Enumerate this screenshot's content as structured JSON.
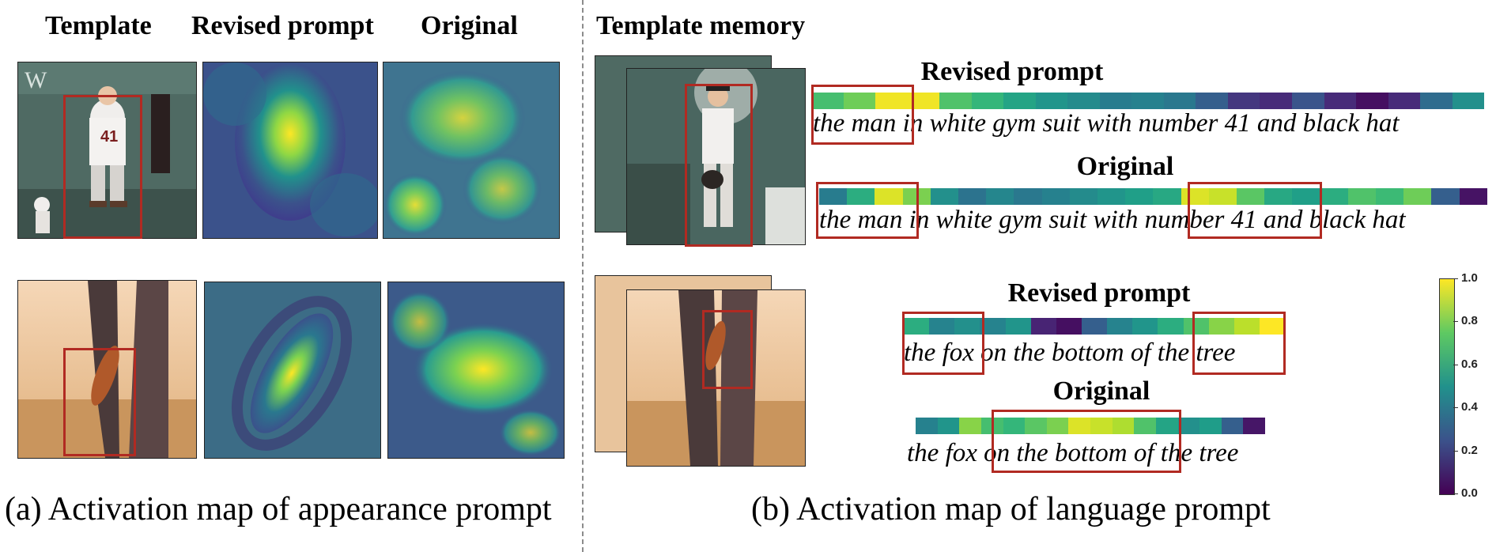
{
  "panel_a": {
    "col_headers": [
      "Template",
      "Revised prompt",
      "Original"
    ],
    "caption": "(a) Activation map of appearance prompt",
    "baseball_template_number": "41"
  },
  "panel_b": {
    "header": "Template memory",
    "caption": "(b) Activation map of language prompt",
    "examples": [
      {
        "revised": {
          "title": "Revised prompt",
          "sentence": "the man in white gym suit with number 41 and black hat",
          "boxed_phrases": [
            "the man"
          ],
          "weights": [
            0.7,
            0.78,
            0.98,
            0.98,
            0.72,
            0.66,
            0.58,
            0.52,
            0.48,
            0.42,
            0.44,
            0.4,
            0.3,
            0.16,
            0.12,
            0.26,
            0.12,
            0.04,
            0.12,
            0.35,
            0.5
          ]
        },
        "original": {
          "title": "Original",
          "sentence": "the man in white gym suit with number 41 and black hat",
          "boxed_phrases": [
            "the man",
            "number 41"
          ],
          "weights": [
            0.42,
            0.62,
            0.95,
            0.8,
            0.5,
            0.38,
            0.46,
            0.4,
            0.44,
            0.48,
            0.52,
            0.56,
            0.6,
            0.95,
            0.92,
            0.74,
            0.6,
            0.56,
            0.62,
            0.72,
            0.68,
            0.78,
            0.3,
            0.05
          ]
        }
      },
      {
        "revised": {
          "title": "Revised prompt",
          "sentence": "the fox on the bottom of the tree",
          "boxed_phrases": [
            "the fox",
            "the tree"
          ],
          "weights": [
            0.62,
            0.45,
            0.5,
            0.45,
            0.52,
            0.1,
            0.04,
            0.3,
            0.45,
            0.52,
            0.62,
            0.72,
            0.82,
            0.9,
            1.0
          ]
        },
        "original": {
          "title": "Original",
          "sentence": "the fox on the bottom of the tree",
          "boxed_phrases": [
            "on the bottom of"
          ],
          "weights": [
            0.44,
            0.52,
            0.82,
            0.7,
            0.66,
            0.74,
            0.8,
            0.95,
            0.92,
            0.88,
            0.72,
            0.58,
            0.5,
            0.55,
            0.3,
            0.06
          ]
        }
      }
    ]
  },
  "colorbar": {
    "colormap": "viridis",
    "range": [
      0.0,
      1.0
    ],
    "ticks": [
      "1.0",
      "0.8",
      "0.6",
      "0.4",
      "0.2",
      "0.0"
    ]
  }
}
